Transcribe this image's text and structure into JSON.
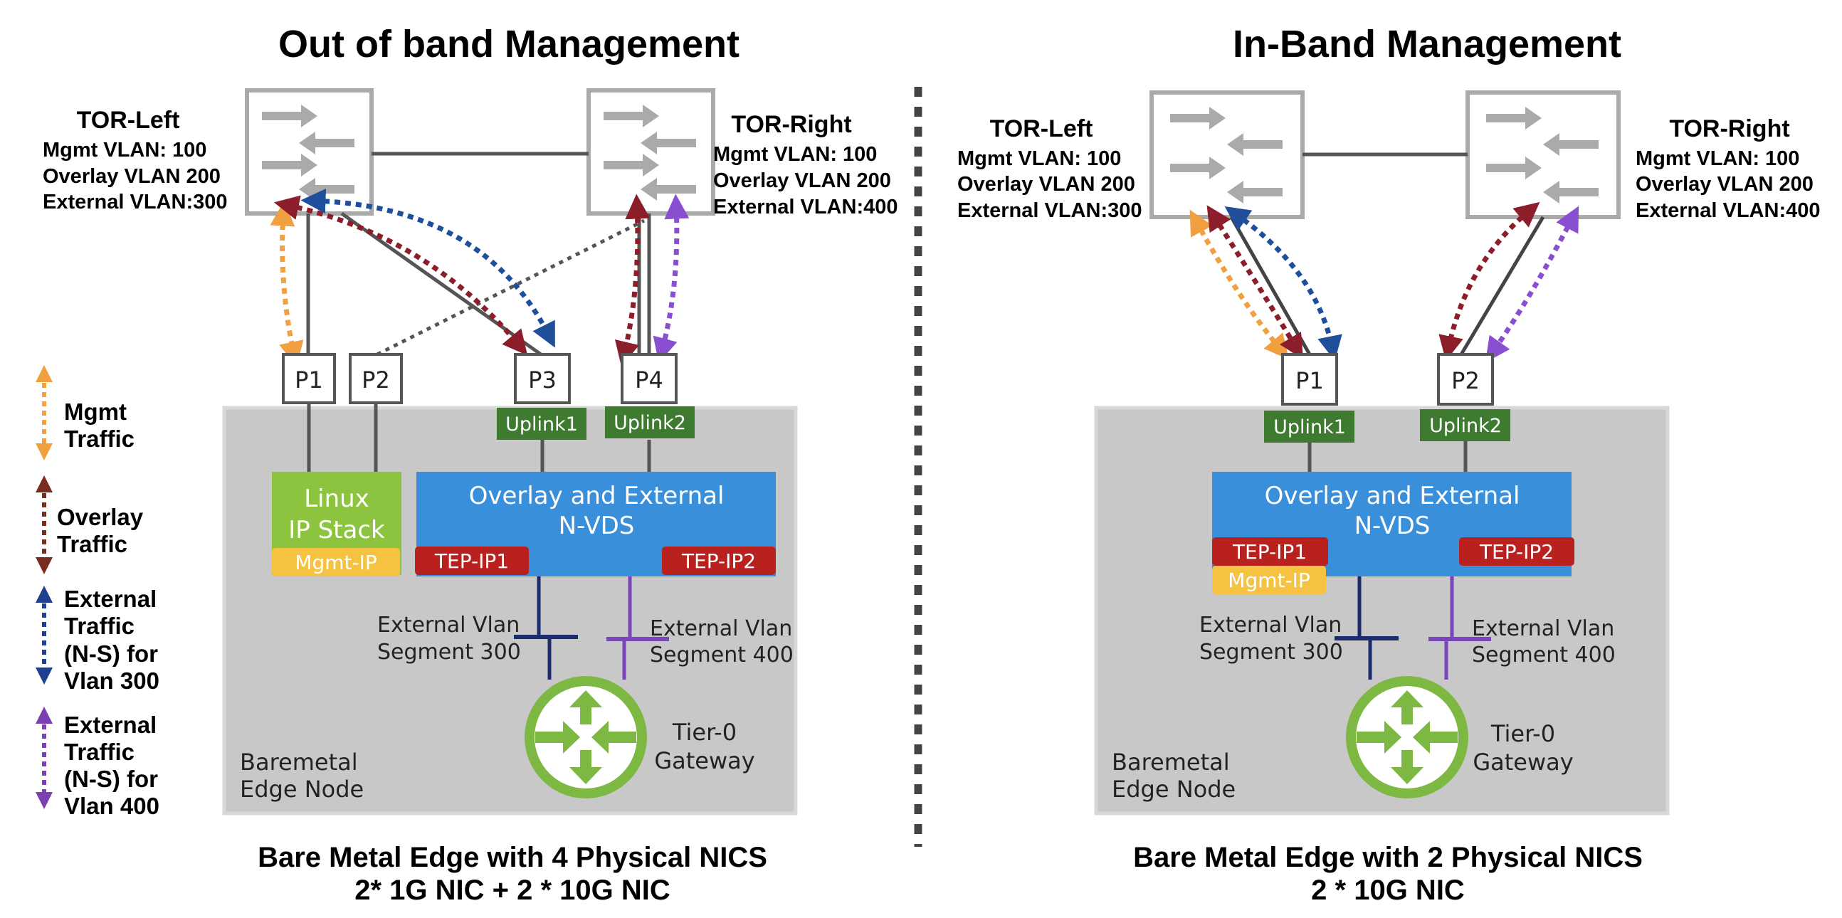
{
  "left_panel": {
    "title": "Out of band Management",
    "tor_left": {
      "name": "TOR-Left",
      "mgmt": "Mgmt VLAN: 100",
      "overlay": "Overlay VLAN 200",
      "external": "External VLAN:300"
    },
    "tor_right": {
      "name": "TOR-Right",
      "mgmt": "Mgmt VLAN: 100",
      "overlay": "Overlay VLAN 200",
      "external": "External VLAN:400"
    },
    "ports": [
      "P1",
      "P2",
      "P3",
      "P4"
    ],
    "uplinks": [
      "Uplink1",
      "Uplink2"
    ],
    "linux_stack": [
      "Linux",
      "IP Stack"
    ],
    "mgmt_ip": "Mgmt-IP",
    "nvds": [
      "Overlay and External",
      "N-VDS"
    ],
    "tep1": "TEP-IP1",
    "tep2": "TEP-IP2",
    "seg300": [
      "External Vlan",
      "Segment 300"
    ],
    "seg400": [
      "External Vlan",
      "Segment 400"
    ],
    "gateway": [
      "Tier-0",
      "Gateway"
    ],
    "node": [
      "Baremetal",
      "Edge Node"
    ],
    "caption": [
      "Bare Metal Edge with 4 Physical NICS",
      "2* 1G NIC + 2 * 10G NIC"
    ]
  },
  "right_panel": {
    "title": "In-Band Management",
    "tor_left": {
      "name": "TOR-Left",
      "mgmt": "Mgmt VLAN: 100",
      "overlay": "Overlay VLAN 200",
      "external": "External VLAN:300"
    },
    "tor_right": {
      "name": "TOR-Right",
      "mgmt": "Mgmt VLAN: 100",
      "overlay": "Overlay VLAN 200",
      "external": "External VLAN:400"
    },
    "ports": [
      "P1",
      "P2"
    ],
    "uplinks": [
      "Uplink1",
      "Uplink2"
    ],
    "nvds": [
      "Overlay and External",
      "N-VDS"
    ],
    "tep1": "TEP-IP1",
    "tep2": "TEP-IP2",
    "mgmt_ip": "Mgmt-IP",
    "seg300": [
      "External Vlan",
      "Segment 300"
    ],
    "seg400": [
      "External Vlan",
      "Segment 400"
    ],
    "gateway": [
      "Tier-0",
      "Gateway"
    ],
    "node": [
      "Baremetal",
      "Edge Node"
    ],
    "caption": [
      "Bare Metal Edge with 2 Physical NICS",
      "2 * 10G NIC"
    ]
  },
  "legend": [
    {
      "lines": [
        "Mgmt",
        "Traffic"
      ],
      "color": "#F0A040"
    },
    {
      "lines": [
        "Overlay",
        "Traffic"
      ],
      "color": "#7A2C1E"
    },
    {
      "lines": [
        "External",
        "Traffic",
        "(N-S) for",
        "Vlan 300"
      ],
      "color": "#1F3F8F"
    },
    {
      "lines": [
        "External",
        "Traffic",
        "(N-S) for",
        "Vlan 400"
      ],
      "color": "#7B3FB0"
    }
  ],
  "colors": {
    "mgmt": "#F0A040",
    "overlay": "#8B1E2A",
    "ext300": "#1F4E9A",
    "ext400": "#8A4FD0",
    "uplink": "#3E7A30",
    "linux": "#8CC43F",
    "mgmt_ip": "#F5C242",
    "nvds": "#3A8FDA",
    "tep": "#B8211E",
    "gateway": "#7DB843",
    "node_bg": "#C8C8C8"
  }
}
